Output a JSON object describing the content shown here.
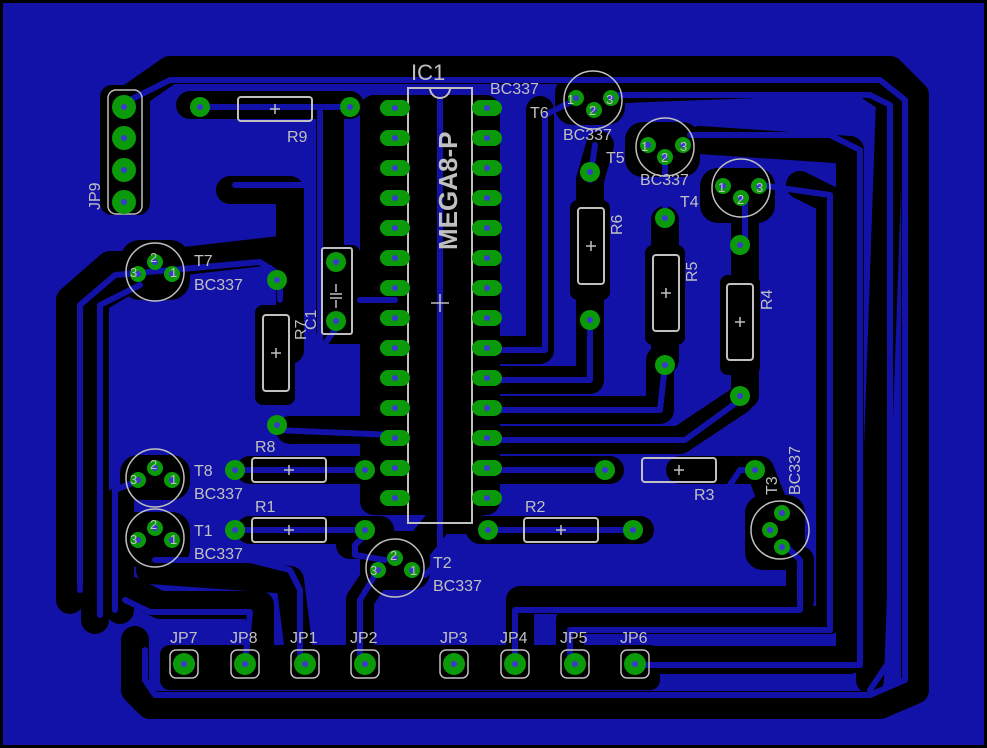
{
  "board": {
    "colors": {
      "copper": "#1212a8",
      "background": "#000000",
      "pad": "#0a9a0a",
      "silkscreen": "#c0c0c0",
      "drill": "#3a3ad0"
    }
  },
  "labels": {
    "ic1": "IC1",
    "mega8": "MEGA8-P",
    "r9": "R9",
    "r6": "R6",
    "r5": "R5",
    "r4": "R4",
    "r7": "R7",
    "c1": "C1",
    "r8": "R8",
    "r1": "R1",
    "r2": "R2",
    "r3": "R3",
    "t1": "T1",
    "t2": "T2",
    "t3": "T3",
    "t4": "T4",
    "t5": "T5",
    "t6": "T6",
    "t7": "T7",
    "t8": "T8",
    "bc_t1": "BC337",
    "bc_t2": "BC337",
    "bc_t3": "BC337",
    "bc_t4": "BC337",
    "bc_t5": "BC337",
    "bc_t6": "BC337",
    "bc_t7": "BC337",
    "bc_t8": "BC337",
    "jp9": "JP9",
    "jp1": "JP1",
    "jp2": "JP2",
    "jp3": "JP3",
    "jp4": "JP4",
    "jp5": "JP5",
    "jp6": "JP6",
    "jp7": "JP7",
    "jp8": "JP8",
    "pin1": "1",
    "pin2": "2",
    "pin3": "3"
  }
}
